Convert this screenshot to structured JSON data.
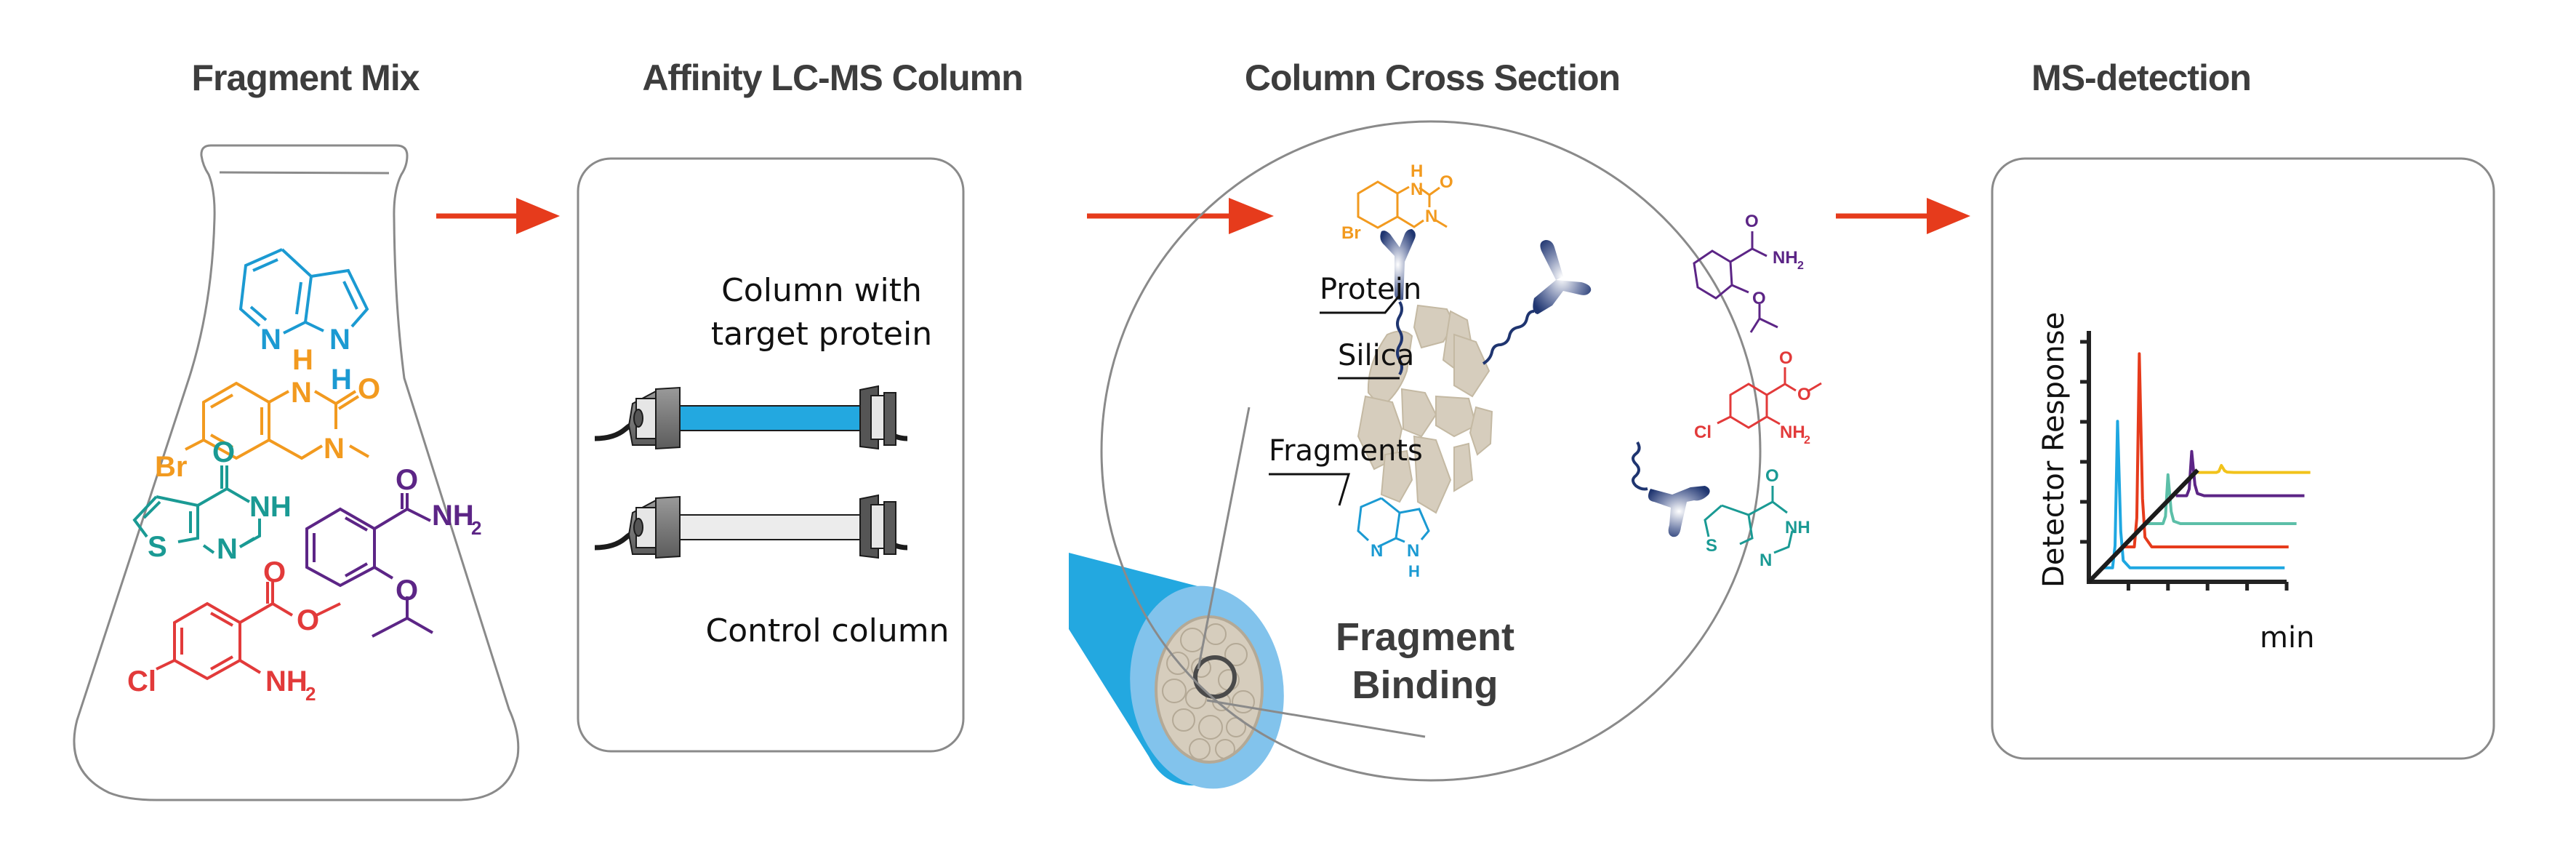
{
  "titles": {
    "fragment_mix": "Fragment Mix",
    "affinity_column": "Affinity LC-MS Column",
    "cross_section": "Column Cross Section",
    "ms_detection": "MS-detection"
  },
  "column_panel": {
    "target_label_line1": "Column with",
    "target_label_line2": "target protein",
    "control_label": "Control column"
  },
  "cross_section": {
    "protein_label": "Protein",
    "silica_label": "Silica",
    "fragments_label": "Fragments",
    "binding_line1": "Fragment",
    "binding_line2": "Binding"
  },
  "colors": {
    "arrow": "#e63b1c",
    "fragment_blue": "#1b9ad2",
    "fragment_orange": "#f29a1f",
    "fragment_teal": "#1a9a94",
    "fragment_purple": "#5c2586",
    "fragment_red": "#e23a3a",
    "protein_navy": "#1f3570",
    "silica": "#d6cdbd",
    "column_blue": "#23a8e0",
    "column_light_blue": "#82c3ec"
  },
  "fragments": [
    {
      "name": "7-azaindole",
      "color": "blue",
      "atoms": [
        "N",
        "N",
        "H"
      ]
    },
    {
      "name": "6-bromo-3-methyl-dihydroquinazolinone",
      "color": "orange",
      "atoms": [
        "H",
        "N",
        "O",
        "N",
        "Br"
      ]
    },
    {
      "name": "thienopyrimidinone",
      "color": "teal",
      "atoms": [
        "O",
        "NH",
        "N",
        "S"
      ]
    },
    {
      "name": "2-isopropoxybenzamide",
      "color": "purple",
      "atoms": [
        "O",
        "NH2",
        "O"
      ]
    },
    {
      "name": "methyl 2-amino-4-chlorobenzoate",
      "color": "red",
      "atoms": [
        "O",
        "O",
        "Cl",
        "NH2"
      ]
    }
  ],
  "chart_data": {
    "type": "line",
    "title": "",
    "xlabel": "min",
    "ylabel": "Detector Response",
    "x_ticks": 5,
    "y_ticks": 6,
    "grid": false,
    "legend": "none",
    "note": "Stacked chromatogram traces with gradient line; arbitrary units",
    "gradient_line": {
      "x": [
        0,
        0.55
      ],
      "y": [
        0,
        0.48
      ]
    },
    "series": [
      {
        "name": "blue",
        "color": "#1ea7e1",
        "baseline": 0.06,
        "peak_x": 0.145,
        "peak_y": 0.69,
        "x_start": 0.07,
        "x_end": 0.99
      },
      {
        "name": "red",
        "color": "#e63b1c",
        "baseline": 0.15,
        "peak_x": 0.255,
        "peak_y": 0.98,
        "x_start": 0.18,
        "x_end": 1.01
      },
      {
        "name": "teal",
        "color": "#5cbfa8",
        "baseline": 0.25,
        "peak_x": 0.4,
        "peak_y": 0.46,
        "x_start": 0.29,
        "x_end": 1.05
      },
      {
        "name": "purple",
        "color": "#5c2586",
        "baseline": 0.37,
        "peak_x": 0.52,
        "peak_y": 0.56,
        "x_start": 0.44,
        "x_end": 1.09
      },
      {
        "name": "yellow",
        "color": "#f2c31b",
        "baseline": 0.47,
        "peak_x": 0.67,
        "peak_y": 0.5,
        "x_start": 0.55,
        "x_end": 1.12
      }
    ]
  }
}
